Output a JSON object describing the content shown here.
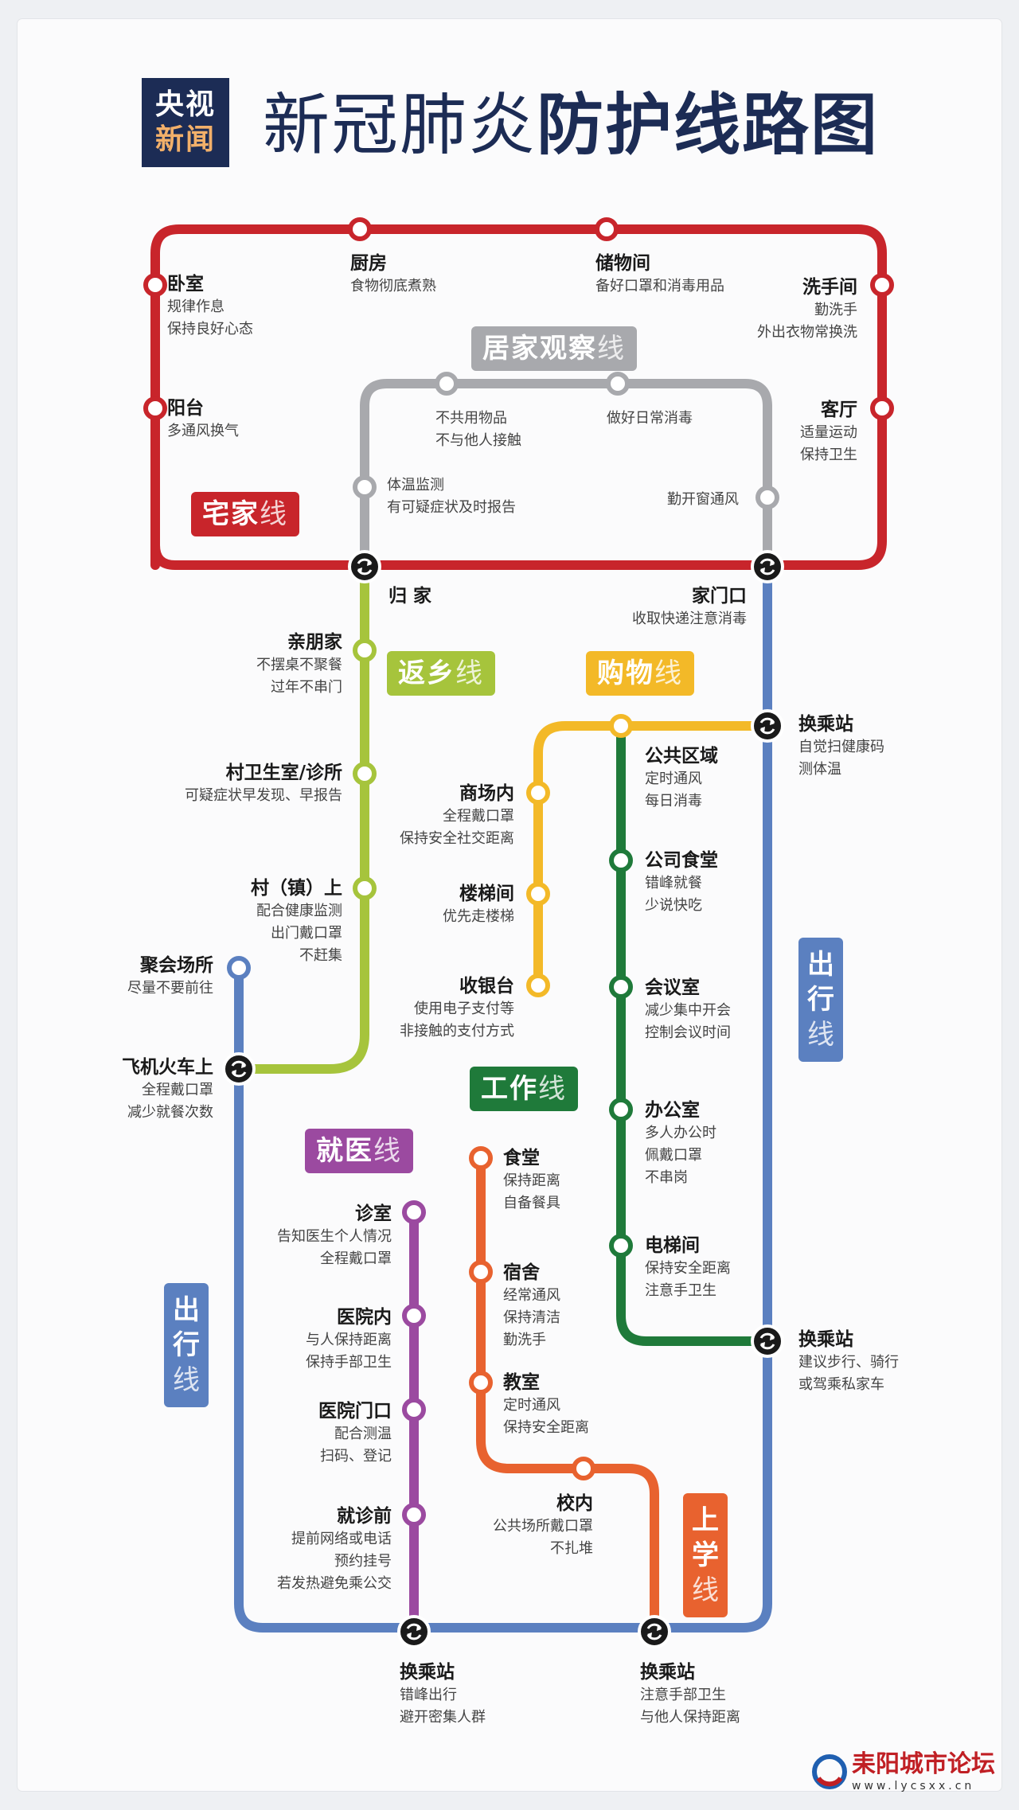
{
  "header": {
    "logo_line1": "央视",
    "logo_line2": "新闻",
    "title_normal": "新冠肺炎",
    "title_bold": "防护线路图"
  },
  "lines": [
    {
      "key": "home",
      "main": "宅家",
      "suffix": "线",
      "color": "#c8252b"
    },
    {
      "key": "observe",
      "main": "居家观察",
      "suffix": "线",
      "color": "#a8a9ad"
    },
    {
      "key": "return",
      "main": "返乡",
      "suffix": "线",
      "color": "#a6c43c"
    },
    {
      "key": "shop",
      "main": "购物",
      "suffix": "线",
      "color": "#f3b928"
    },
    {
      "key": "work",
      "main": "工作",
      "suffix": "线",
      "color": "#1f7a3a"
    },
    {
      "key": "medical",
      "main": "就医",
      "suffix": "线",
      "color": "#9b4aa0"
    },
    {
      "key": "school",
      "main": "上学",
      "suffix": "线",
      "color": "#e8622f"
    },
    {
      "key": "travel",
      "main": "出行",
      "suffix": "线",
      "color": "#5b80c0"
    }
  ],
  "stations": [
    {
      "id": "woshi",
      "name": "卧室",
      "desc": [
        "规律作息",
        "保持良好心态"
      ]
    },
    {
      "id": "chufang",
      "name": "厨房",
      "desc": [
        "食物彻底煮熟"
      ]
    },
    {
      "id": "chuwujian",
      "name": "储物间",
      "desc": [
        "备好口罩和消毒用品"
      ]
    },
    {
      "id": "xishoujian",
      "name": "洗手间",
      "desc": [
        "勤洗手",
        "外出衣物常换洗"
      ]
    },
    {
      "id": "yangtai",
      "name": "阳台",
      "desc": [
        "多通风换气"
      ]
    },
    {
      "id": "keting",
      "name": "客厅",
      "desc": [
        "适量运动",
        "保持卫生"
      ]
    },
    {
      "id": "bugong",
      "name": "",
      "desc": [
        "不共用物品",
        "不与他人接触"
      ]
    },
    {
      "id": "xiaodu",
      "name": "",
      "desc": [
        "做好日常消毒"
      ]
    },
    {
      "id": "tiwen",
      "name": "",
      "desc": [
        "体温监测",
        "有可疑症状及时报告"
      ]
    },
    {
      "id": "tongfeng",
      "name": "",
      "desc": [
        "勤开窗通风"
      ]
    },
    {
      "id": "guijia",
      "name": "归 家",
      "desc": []
    },
    {
      "id": "jiamenkou",
      "name": "家门口",
      "desc": [
        "收取快递注意消毒"
      ]
    },
    {
      "id": "qinpeng",
      "name": "亲朋家",
      "desc": [
        "不摆桌不聚餐",
        "过年不串门"
      ]
    },
    {
      "id": "cunwei",
      "name": "村卫生室/诊所",
      "desc": [
        "可疑症状早发现、早报告"
      ]
    },
    {
      "id": "cunzhen",
      "name": "村（镇）上",
      "desc": [
        "配合健康监测",
        "出门戴口罩",
        "不赶集"
      ]
    },
    {
      "id": "juhui",
      "name": "聚会场所",
      "desc": [
        "尽量不要前往"
      ]
    },
    {
      "id": "feiji",
      "name": "飞机火车上",
      "desc": [
        "全程戴口罩",
        "减少就餐次数"
      ]
    },
    {
      "id": "huancheng1",
      "name": "换乘站",
      "desc": [
        "自觉扫健康码",
        "测体温"
      ]
    },
    {
      "id": "shangchang",
      "name": "商场内",
      "desc": [
        "全程戴口罩",
        "保持安全社交距离"
      ]
    },
    {
      "id": "louti",
      "name": "楼梯间",
      "desc": [
        "优先走楼梯"
      ]
    },
    {
      "id": "shouyin",
      "name": "收银台",
      "desc": [
        "使用电子支付等",
        "非接触的支付方式"
      ]
    },
    {
      "id": "gonggong",
      "name": "公共区域",
      "desc": [
        "定时通风",
        "每日消毒"
      ]
    },
    {
      "id": "gongsishitang",
      "name": "公司食堂",
      "desc": [
        "错峰就餐",
        "少说快吃"
      ]
    },
    {
      "id": "huiyi",
      "name": "会议室",
      "desc": [
        "减少集中开会",
        "控制会议时间"
      ]
    },
    {
      "id": "bangong",
      "name": "办公室",
      "desc": [
        "多人办公时",
        "佩戴口罩",
        "不串岗"
      ]
    },
    {
      "id": "dianti",
      "name": "电梯间",
      "desc": [
        "保持安全距离",
        "注意手卫生"
      ]
    },
    {
      "id": "huancheng2",
      "name": "换乘站",
      "desc": [
        "建议步行、骑行",
        "或驾乘私家车"
      ]
    },
    {
      "id": "shitang",
      "name": "食堂",
      "desc": [
        "保持距离",
        "自备餐具"
      ]
    },
    {
      "id": "sushe",
      "name": "宿舍",
      "desc": [
        "经常通风",
        "保持清洁",
        "勤洗手"
      ]
    },
    {
      "id": "jiaoshi",
      "name": "教室",
      "desc": [
        "定时通风",
        "保持安全距离"
      ]
    },
    {
      "id": "xiaonei",
      "name": "校内",
      "desc": [
        "公共场所戴口罩",
        "不扎堆"
      ]
    },
    {
      "id": "zhenshi",
      "name": "诊室",
      "desc": [
        "告知医生个人情况",
        "全程戴口罩"
      ]
    },
    {
      "id": "yiyuannei",
      "name": "医院内",
      "desc": [
        "与人保持距离",
        "保持手部卫生"
      ]
    },
    {
      "id": "yiyuanmenkou",
      "name": "医院门口",
      "desc": [
        "配合测温",
        "扫码、登记"
      ]
    },
    {
      "id": "jiuzhenqian",
      "name": "就诊前",
      "desc": [
        "提前网络或电话",
        "预约挂号",
        "若发热避免乘公交"
      ]
    },
    {
      "id": "huancheng3",
      "name": "换乘站",
      "desc": [
        "错峰出行",
        "避开密集人群"
      ]
    },
    {
      "id": "huancheng4",
      "name": "换乘站",
      "desc": [
        "注意手部卫生",
        "与他人保持距离"
      ]
    }
  ],
  "footer": {
    "name": "耒阳城市论坛",
    "url": "www.lycsxx.cn"
  }
}
